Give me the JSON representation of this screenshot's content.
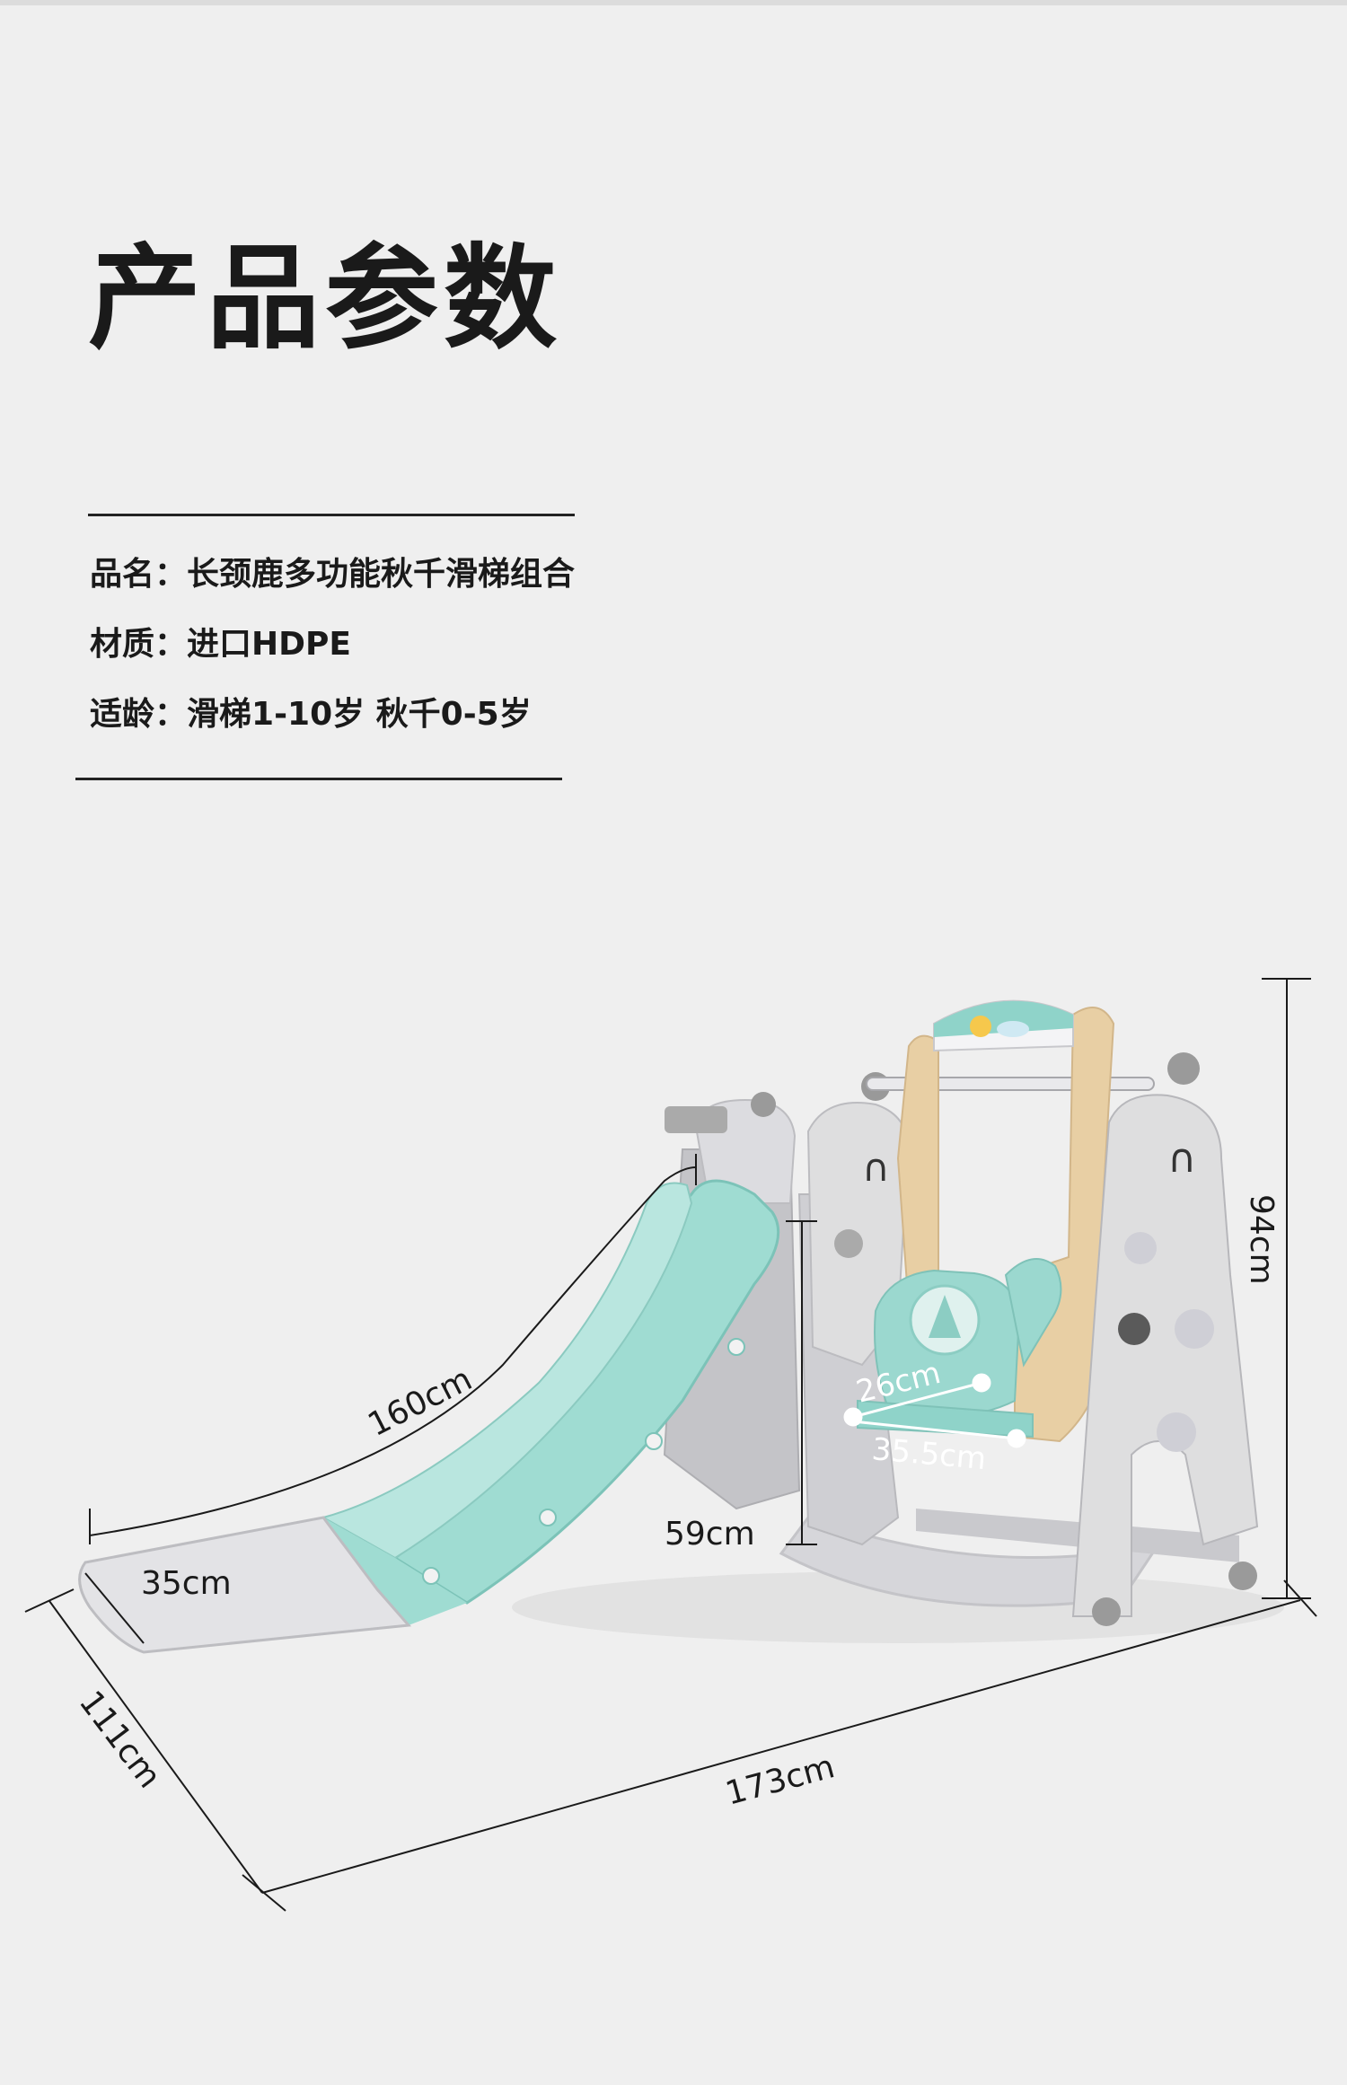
{
  "page": {
    "title": "产品参数"
  },
  "specs": [
    {
      "key": "品名",
      "sep": "：",
      "value": "长颈鹿多功能秋千滑梯组合"
    },
    {
      "key": "材质",
      "sep": "：",
      "value": "进口HDPE"
    },
    {
      "key": "适龄",
      "sep": "：",
      "value": "滑梯1-10岁 秋千0-5岁"
    }
  ],
  "dimensions": {
    "slide_length": "160cm",
    "slide_width": "35cm",
    "platform_height": "59cm",
    "total_height": "94cm",
    "total_length": "173cm",
    "total_depth": "111cm",
    "seat_depth": "26cm",
    "seat_width": "35.5cm"
  },
  "colors": {
    "background": "#efefef",
    "slide_mint": "#8fd3c9",
    "frame_gray": "#d9d9dc",
    "swing_beige": "#e8cfa4"
  }
}
